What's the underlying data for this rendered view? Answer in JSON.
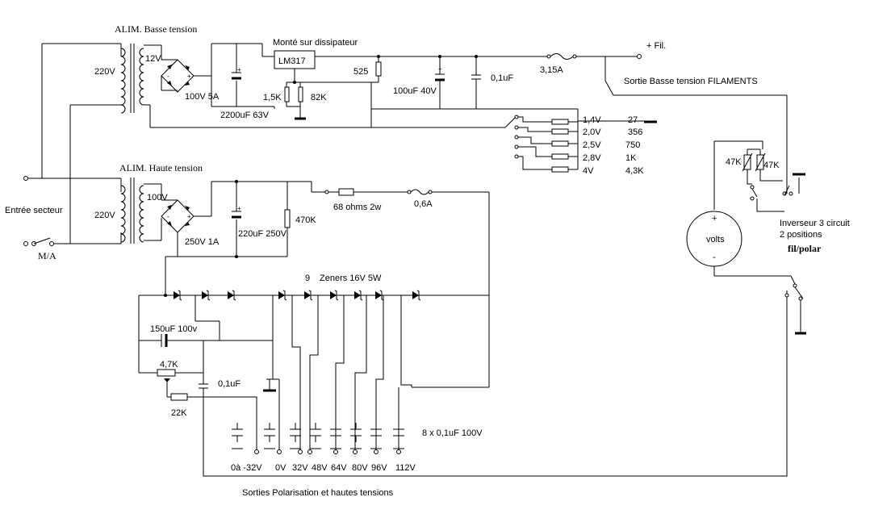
{
  "sections": {
    "low_voltage_title": "ALIM. Basse tension",
    "high_voltage_title": "ALIM. Haute tension",
    "mains_input": "Entrée secteur",
    "power_switch": "M/A",
    "heatsink_note": "Monté sur dissipateur",
    "filament_output": "Sortie Basse tension FILAMENTS",
    "filament_terminal": "+ Fil.",
    "outputs_caption": "Sorties  Polarisation et hautes tensions"
  },
  "low_voltage": {
    "primary": "220V",
    "secondary": "12V",
    "bridge": "100V 5A",
    "filter_cap": "2200uF 63V",
    "regulator": "LM317",
    "r_adj_low": "1,5K",
    "r_adj_high": "82K",
    "r_525": "525",
    "cap_100uf": "100uF 40V",
    "cap_01uf": "0,1uF",
    "fuse": "3,15A"
  },
  "filament_taps": [
    {
      "voltage": "1,4V",
      "resistor": "27"
    },
    {
      "voltage": "2,0V",
      "resistor": "356"
    },
    {
      "voltage": "2,5V",
      "resistor": "750"
    },
    {
      "voltage": "2,8V",
      "resistor": "1K"
    },
    {
      "voltage": "4V",
      "resistor": "4,3K"
    }
  ],
  "high_voltage": {
    "primary": "220V",
    "secondary": "100V",
    "bridge": "250V 1A",
    "filter_cap": "220uF 250V",
    "bleeder": "470K",
    "series_r": "68 ohms 2w",
    "fuse": "0,6A",
    "zener_count": "9",
    "zener_label": "Zeners 16V 5W",
    "cap_150": "150uF 100v",
    "pot": "4,7K",
    "cap_01": "0,1uF",
    "r_22k": "22K",
    "caps_note": "8 x 0,1uF 100V"
  },
  "outputs": [
    "0à -32V",
    "0V",
    "32V",
    "48V",
    "64V",
    "80V",
    "96V",
    "112V"
  ],
  "meter": {
    "label": "volts",
    "plus": "+",
    "minus": "-",
    "pot_left": "47K",
    "pot_right": "47K",
    "switch_line1": "Inverseur 3 circuit",
    "switch_line2": "2 positions",
    "switch_line3": "fil/polar"
  }
}
